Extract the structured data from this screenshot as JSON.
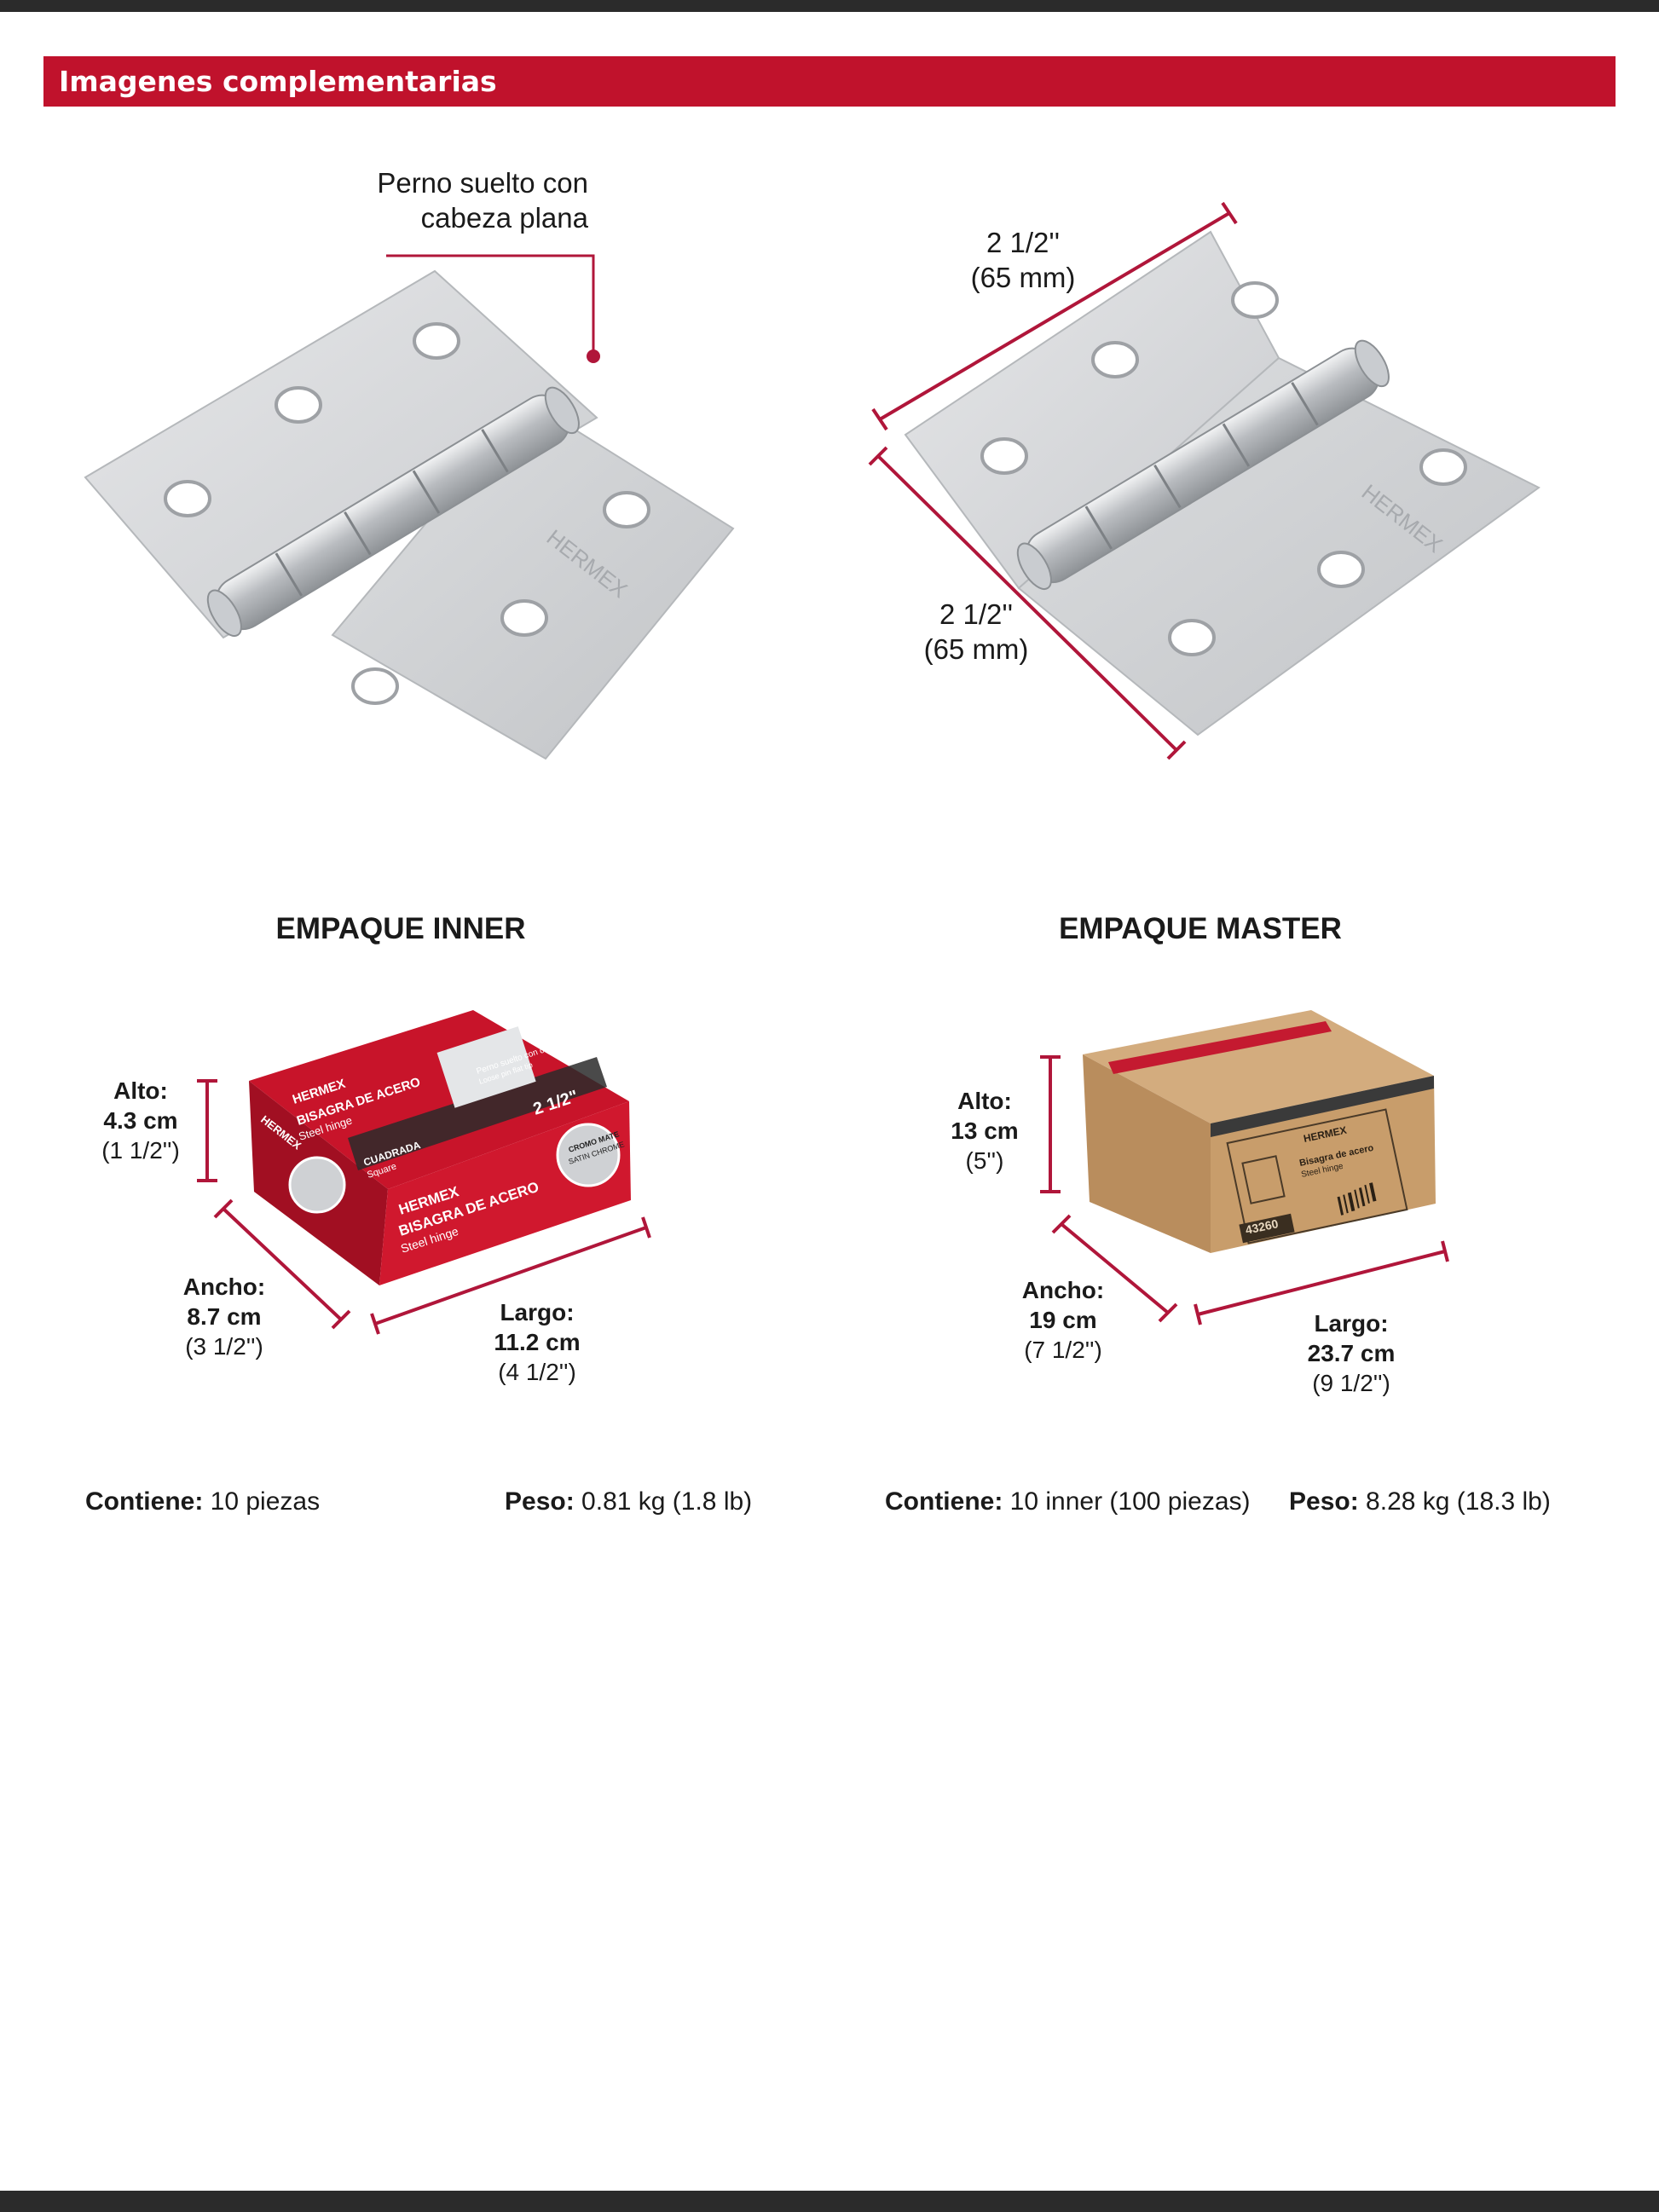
{
  "section_title": "Imagenes complementarias",
  "hinge": {
    "callout_line1": "Perno suelto con",
    "callout_line2": "cabeza plana",
    "brand_engraving": "HERMEX"
  },
  "dimensions": {
    "top_value": "2 1/2''",
    "top_metric": "(65 mm)",
    "side_value": "2 1/2''",
    "side_metric": "(65 mm)"
  },
  "inner": {
    "title": "EMPAQUE INNER",
    "alto_label": "Alto:",
    "alto_value": "4.3 cm",
    "alto_inch": "(1 1/2'')",
    "ancho_label": "Ancho:",
    "ancho_value": "8.7 cm",
    "ancho_inch": "(3 1/2'')",
    "largo_label": "Largo:",
    "largo_value": "11.2 cm",
    "largo_inch": "(4 1/2'')",
    "contains_label": "Contiene:",
    "contains_value": "10 piezas",
    "weight_label": "Peso:",
    "weight_value": "0.81 kg (1.8 lb)",
    "box": {
      "brand": "HERMEX",
      "product_es": "BISAGRA DE ACERO",
      "product_en": "Steel hinge",
      "shape_es": "CUADRADA",
      "shape_en": "Square",
      "size": "2 1/2\"",
      "finish_es": "CROMO MATE",
      "finish_en": "SATIN CHROME",
      "pin_es": "Perno suelto con cabeza plana",
      "pin_en": "Loose pin flat tip"
    }
  },
  "master": {
    "title": "EMPAQUE MASTER",
    "alto_label": "Alto:",
    "alto_value": "13 cm",
    "alto_inch": "(5'')",
    "ancho_label": "Ancho:",
    "ancho_value": "19 cm",
    "ancho_inch": "(7 1/2'')",
    "largo_label": "Largo:",
    "largo_value": "23.7 cm",
    "largo_inch": "(9 1/2'')",
    "contains_label": "Contiene:",
    "contains_value": "10 inner (100 piezas)",
    "weight_label": "Peso:",
    "weight_value": "8.28 kg (18.3 lb)",
    "box": {
      "brand": "HERMEX",
      "product_es": "Bisagra de acero",
      "product_en": "Steel hinge",
      "code": "43260"
    }
  },
  "colors": {
    "accent": "#c0122c",
    "dim_line": "#b0163a",
    "steel": "#d7d9dc",
    "cardboard": "#c49a6c"
  }
}
